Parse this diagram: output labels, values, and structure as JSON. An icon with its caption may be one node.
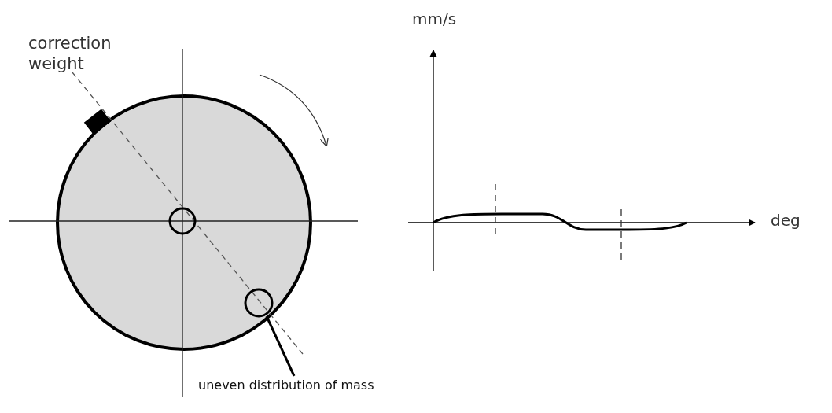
{
  "diagram": {
    "nodes": [
      {
        "text": [
          "uneven distribution of mass"
        ]
      },
      {
        "text": [],
        "shape": "circle"
      }
    ],
    "edges": [
      {
        "from": 0,
        "to": 1,
        "arrow": "none"
      }
    ],
    "labels": [
      "correction weight",
      "mm/s",
      "deg"
    ]
  }
}
